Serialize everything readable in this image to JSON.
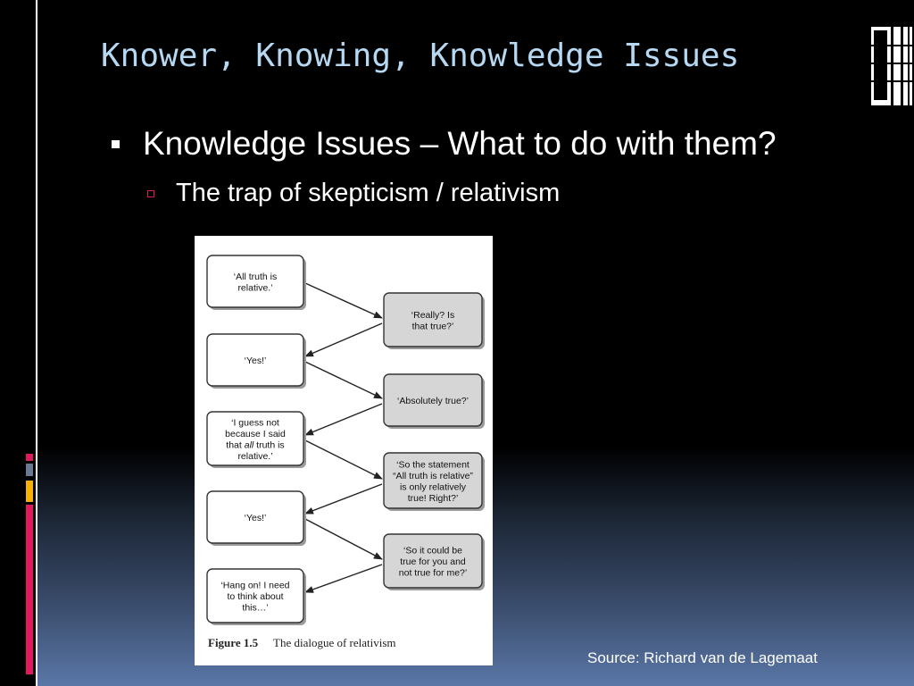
{
  "slide": {
    "title": "Knower, Knowing, Knowledge Issues",
    "bullets": [
      {
        "text": "Knowledge Issues – What to do with them?",
        "sub": [
          {
            "text": "The trap of skepticism / relativism"
          }
        ]
      }
    ],
    "source": "Source: Richard van de Lagemaat"
  },
  "figure": {
    "caption_label": "Figure 1.5",
    "caption_text": "The dialogue of relativism",
    "left_boxes": [
      [
        "‘All truth is",
        "relative.’"
      ],
      [
        "‘Yes!’"
      ],
      [
        "‘I guess not",
        "because I said",
        "that all truth is",
        "relative.’"
      ],
      [
        "‘Yes!’"
      ],
      [
        "‘Hang on! I need",
        "to think about",
        "this…’"
      ]
    ],
    "right_boxes": [
      [
        "‘Really? Is",
        "that true?’"
      ],
      [
        "‘Absolutely true?’"
      ],
      [
        "‘So the statement",
        "“All truth is relative”",
        "is only relatively",
        "true! Right?’"
      ],
      [
        "‘So it could be",
        "true for you and",
        "not true for me?’"
      ]
    ]
  },
  "colors": {
    "title": "#b6d8f2",
    "accent_pink": "#e2195f",
    "accent_yellow": "#f5b000",
    "accent_gray": "#6a7a94"
  },
  "icons": [
    "window-icon",
    "square-bullet-icon",
    "hollow-bullet-icon"
  ]
}
